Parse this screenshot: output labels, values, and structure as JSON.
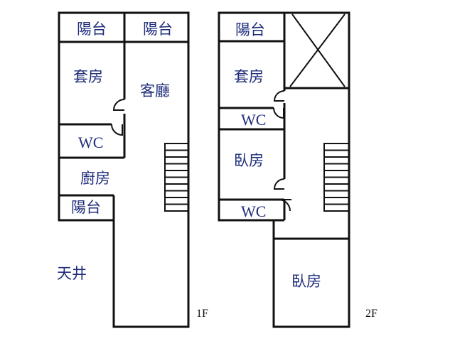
{
  "floor1": {
    "label": "1F",
    "rooms": {
      "balcony_left": "陽台",
      "balcony_right": "陽台",
      "suite": "套房",
      "living_room": "客廳",
      "wc": "WC",
      "kitchen": "廚房",
      "balcony_back": "陽台",
      "courtyard": "天井"
    }
  },
  "floor2": {
    "label": "2F",
    "rooms": {
      "balcony": "陽台",
      "suite": "套房",
      "wc_upper": "WC",
      "bedroom_upper": "臥房",
      "wc_lower": "WC",
      "bedroom_lower": "臥房"
    }
  },
  "colors": {
    "label": "#1f2d7a",
    "wall": "#111111"
  }
}
